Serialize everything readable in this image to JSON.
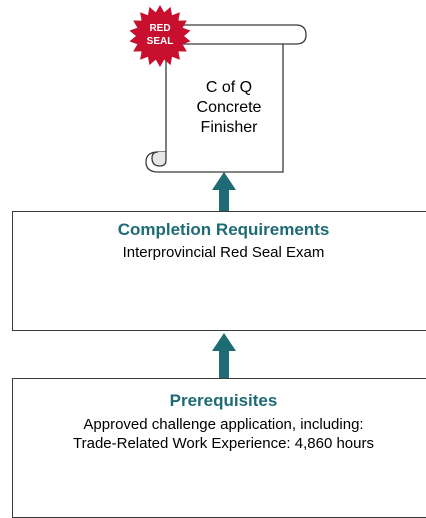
{
  "seal": {
    "line1": "RED",
    "line2": "SEAL"
  },
  "certificate": {
    "line1": "C of Q",
    "line2": "Concrete",
    "line3": "Finisher"
  },
  "completion": {
    "title": "Completion Requirements",
    "line1": "Interprovincial Red Seal Exam"
  },
  "prerequisites": {
    "title": "Prerequisites",
    "line1": "Approved challenge application, including:",
    "line2": "Trade-Related Work Experience: 4,860 hours"
  },
  "colors": {
    "accent": "#1f6b75",
    "seal": "#c8102e",
    "arrow": "#1f6b75"
  }
}
